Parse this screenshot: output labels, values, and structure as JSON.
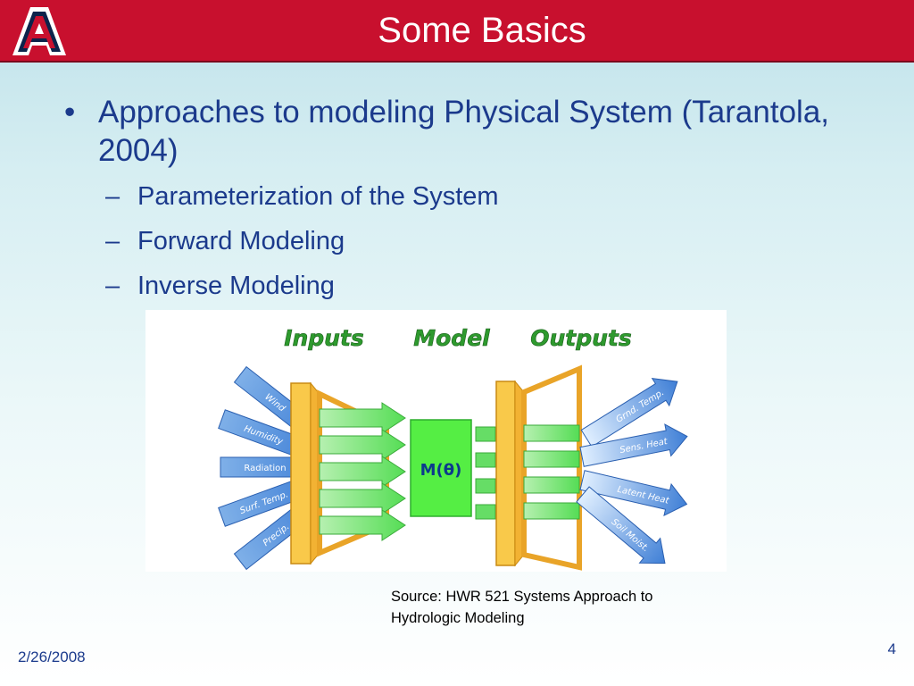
{
  "slide": {
    "title": "Some Basics",
    "bullets": [
      {
        "text": "Approaches to modeling Physical System (Tarantola, 2004)",
        "subs": [
          "Parameterization of the System",
          "Forward Modeling",
          "Inverse Modeling"
        ]
      }
    ],
    "bullet_glyph": "•",
    "sub_glyph": "–",
    "source": [
      "Source: HWR 521 Systems Approach to",
      "Hydrologic Modeling"
    ],
    "date": "2/26/2008",
    "page_number": "4"
  },
  "diagram": {
    "headers": {
      "inputs": "Inputs",
      "model": "Model",
      "outputs": "Outputs"
    },
    "input_labels": [
      "Wind",
      "Humidity",
      "Radiation",
      "Surf. Temp.",
      "Precip."
    ],
    "output_labels": [
      "Grnd. Temp.",
      "Sens. Heat",
      "Latent Heat",
      "Soil Moist."
    ],
    "model_label": "M(θ)",
    "colors": {
      "header_text": "#2e9a2e",
      "blue_arrow": "#4a86d8",
      "green_arrow": "#66dd66",
      "model_box": "#55ee44",
      "funnel_frame": "#f2b233"
    }
  },
  "logo": {
    "letter": "A",
    "colors": {
      "red": "#c8102e",
      "navy": "#0c234b"
    }
  }
}
